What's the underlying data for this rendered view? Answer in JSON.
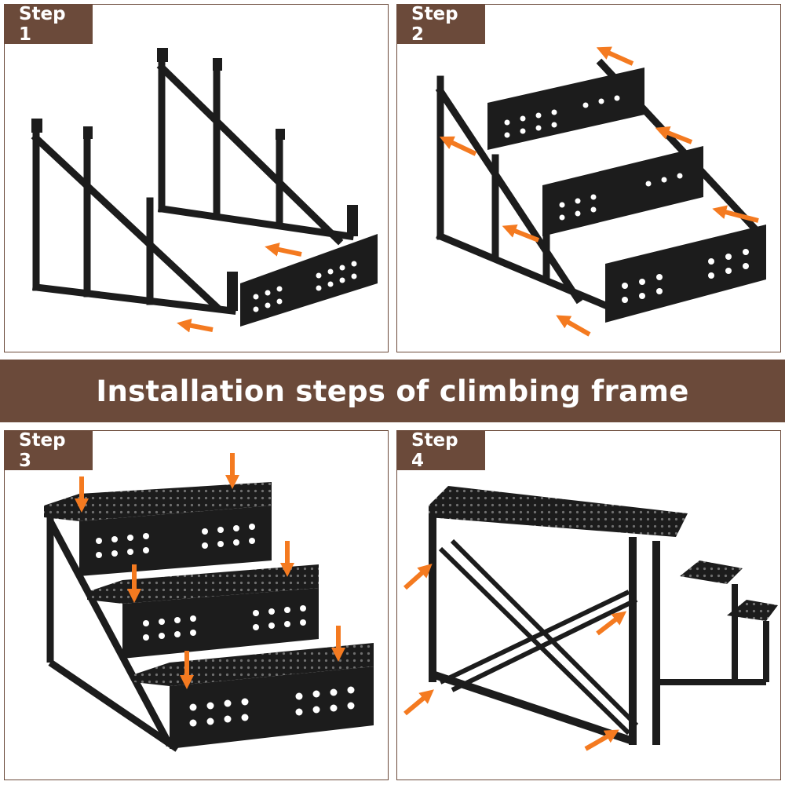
{
  "colors": {
    "brown": "#6b4a3a",
    "orange": "#f47a20",
    "frame": "#1c1c1c",
    "white": "#ffffff"
  },
  "steps": [
    {
      "label": "Step 1"
    },
    {
      "label": "Step 2"
    },
    {
      "label": "Step 3"
    },
    {
      "label": "Step 4"
    }
  ],
  "title": "Installation steps of climbing frame",
  "icons": {
    "arrow": "orange-arrow-icon"
  }
}
